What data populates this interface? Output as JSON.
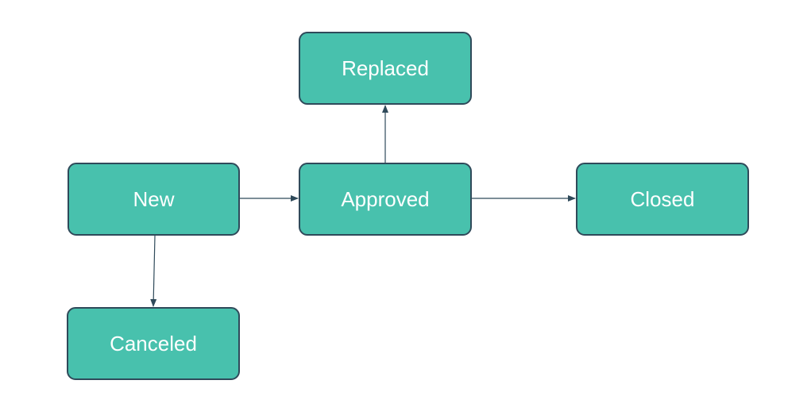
{
  "colors": {
    "node_fill": "#48c1ad",
    "node_border": "#2f4a5a",
    "node_text": "#ffffff",
    "edge": "#2f4a5a"
  },
  "nodes": {
    "new": "New",
    "approved": "Approved",
    "closed": "Closed",
    "replaced": "Replaced",
    "canceled": "Canceled"
  },
  "edges": [
    {
      "from": "new",
      "to": "approved"
    },
    {
      "from": "approved",
      "to": "closed"
    },
    {
      "from": "approved",
      "to": "replaced"
    },
    {
      "from": "new",
      "to": "canceled"
    }
  ]
}
